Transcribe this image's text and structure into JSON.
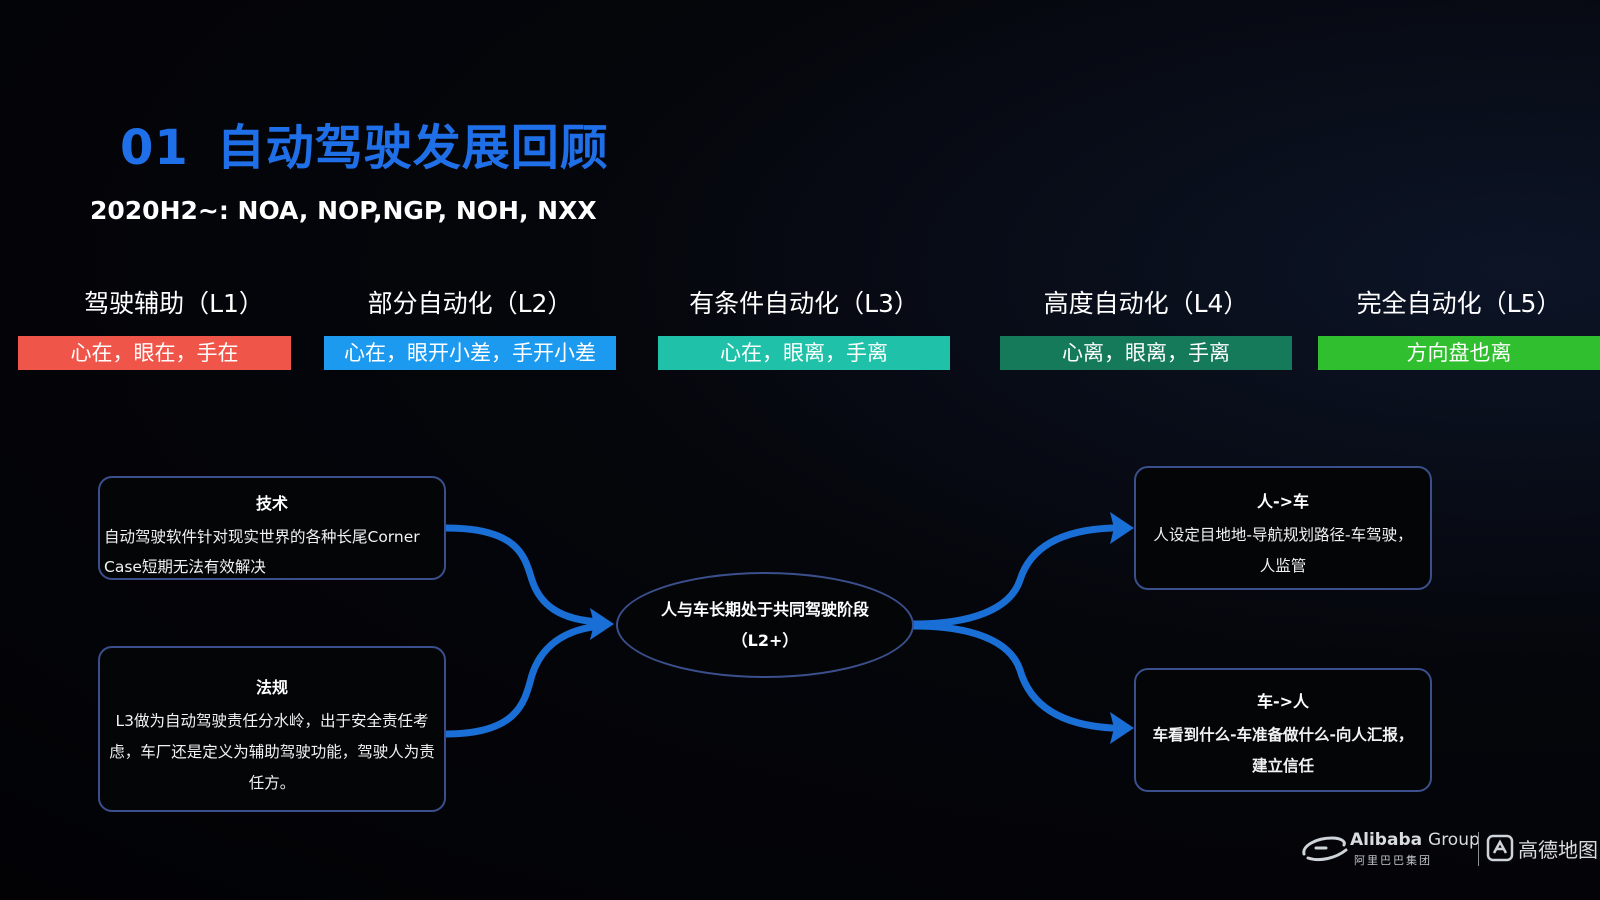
{
  "title": {
    "number": "01",
    "text": "自动驾驶发展回顾"
  },
  "subtitle": "2020H2~: NOA, NOP,NGP, NOH, NXX",
  "levels": [
    {
      "title": "驾驶辅助（L1）",
      "bar": "心在，眼在，手在",
      "color": "#f0554a"
    },
    {
      "title": "部分自动化（L2）",
      "bar": "心在，眼开小差，手开小差",
      "color": "#1b9af0"
    },
    {
      "title": "有条件自动化（L3）",
      "bar": "心在，眼离，手离",
      "color": "#1fc1a8"
    },
    {
      "title": "高度自动化（L4）",
      "bar": "心离，眼离，手离",
      "color": "#157a5a"
    },
    {
      "title": "完全自动化（L5）",
      "bar": "方向盘也离",
      "color": "#2fbf2f"
    }
  ],
  "diagram": {
    "center": "人与车长期处于共同驾驶阶段（L2+）",
    "left_boxes": [
      {
        "heading": "技术",
        "body": "自动驾驶软件针对现实世界的各种长尾Corner Case短期无法有效解决"
      },
      {
        "heading": "法规",
        "body": "L3做为自动驾驶责任分水岭，出于安全责任考虑，车厂还是定义为辅助驾驶功能，驾驶人为责任方。"
      }
    ],
    "right_boxes": [
      {
        "heading": "人->车",
        "body": "人设定目地地-导航规划路径-车驾驶，人监管"
      },
      {
        "heading": "车->人",
        "body": "车看到什么-车准备做什么-向人汇报，建立信任"
      }
    ],
    "arrow_color": "#1a6fd6"
  },
  "logo": {
    "brand": "Alibaba",
    "group": "Group",
    "brand_cn": "阿里巴巴集团",
    "partner": "高德地图"
  }
}
